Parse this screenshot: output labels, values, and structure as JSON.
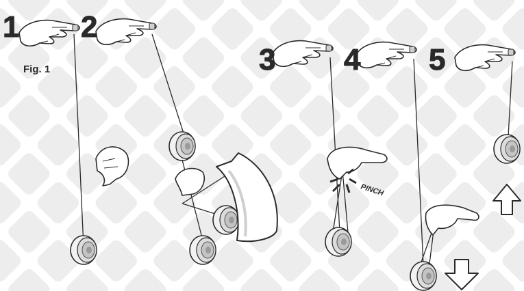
{
  "figure_label": "Fig. 1",
  "steps": [
    {
      "number": "1"
    },
    {
      "number": "2"
    },
    {
      "number": "3"
    },
    {
      "number": "4"
    },
    {
      "number": "5"
    }
  ],
  "pinch_label": "PINCH",
  "colors": {
    "background_pattern": "#eeeeee",
    "ink": "#2a2a2a",
    "yoyo_fill": "#e8e8e8",
    "yoyo_dark": "#9a9a9a"
  },
  "icons": [
    "hand-icon",
    "yoyo-icon",
    "curved-arrow-icon",
    "down-arrow-icon",
    "up-arrow-icon"
  ]
}
